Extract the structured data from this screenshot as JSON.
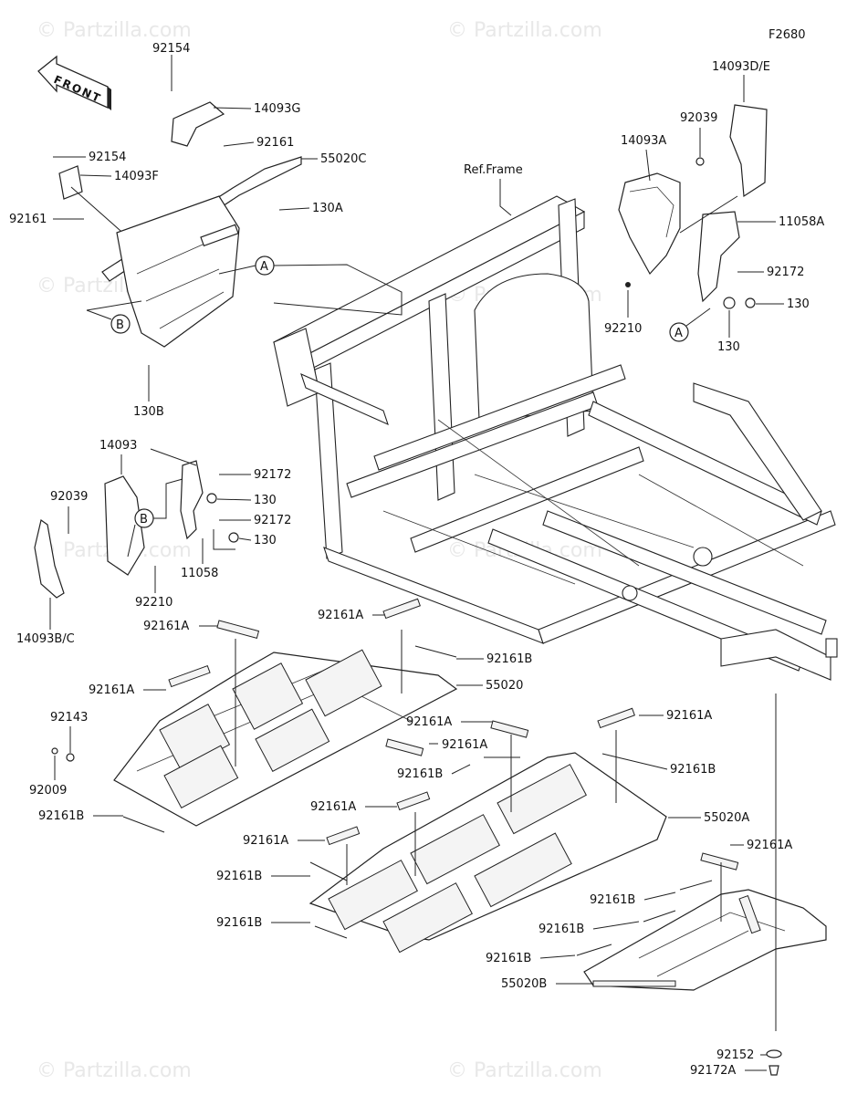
{
  "diagram_id": "F2680",
  "front_label": "FRONT",
  "ref_frame_label": "Ref.Frame",
  "watermark_text": "Partzilla.com",
  "watermark_symbol": "©",
  "callouts": {
    "a": "A",
    "b": "B"
  },
  "parts": {
    "p92154_top": "92154",
    "p14093g": "14093G",
    "p92161_top": "92161",
    "p55020c": "55020C",
    "p92154_left": "92154",
    "p14093f": "14093F",
    "p92161_left": "92161",
    "p130a": "130A",
    "p130b": "130B",
    "p14093de": "14093D/E",
    "p92039_right": "92039",
    "p14093a": "14093A",
    "p11058a": "11058A",
    "p92172_right": "92172",
    "p130_right_a": "130",
    "p130_right_b": "130",
    "p92210_right": "92210",
    "p14093": "14093",
    "p92172_mid1": "92172",
    "p130_mid1": "130",
    "p92039_left": "92039",
    "p92172_mid2": "92172",
    "p130_mid2": "130",
    "p11058": "11058",
    "p92210_left": "92210",
    "p14093bc": "14093B/C",
    "p92161a_1": "92161A",
    "p92161a_2": "92161A",
    "p92161b_1": "92161B",
    "p92161a_3": "92161A",
    "p55020": "55020",
    "p92143": "92143",
    "p92009": "92009",
    "p92161b_2": "92161B",
    "p92161a_4": "92161A",
    "p92161a_5": "92161A",
    "p92161a_6": "92161A",
    "p92161b_3": "92161B",
    "p92161b_4": "92161B",
    "p92161a_7": "92161A",
    "p55020a": "55020A",
    "p92161a_8": "92161A",
    "p92161a_9": "92161A",
    "p92161b_5": "92161B",
    "p92161b_6": "92161B",
    "p92161b_7": "92161B",
    "p92161b_8": "92161B",
    "p92161b_9": "92161B",
    "p55020b": "55020B",
    "p92152": "92152",
    "p92172a": "92172A"
  }
}
